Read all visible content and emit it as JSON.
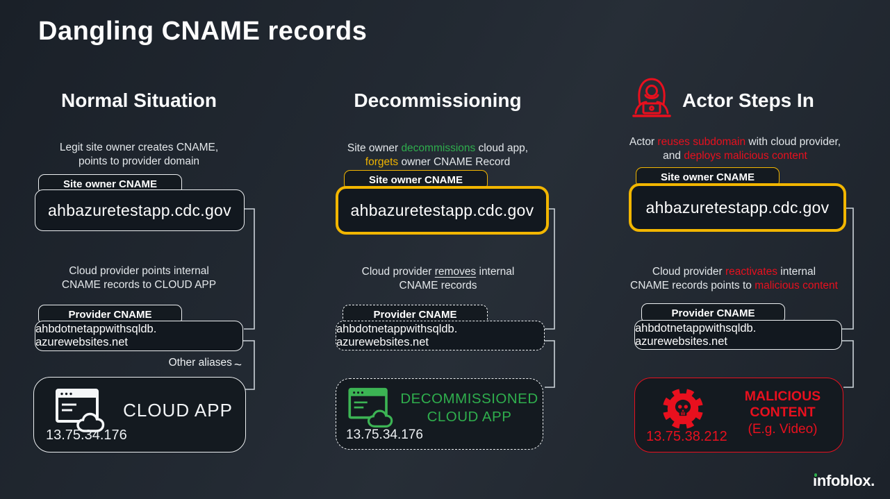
{
  "title": "Dangling CNAME records",
  "colors": {
    "background": "#232a33",
    "box_fill": "#141a20",
    "border_white": "#edf0f2",
    "accent_yellow": "#f2b600",
    "accent_green": "#2fae4d",
    "accent_red": "#e8101e"
  },
  "columns": {
    "normal": {
      "header": "Normal Situation",
      "intro_l1": "Legit site owner creates CNAME,",
      "intro_l2": "points to provider domain",
      "site_owner_label": "Site owner CNAME",
      "site_owner_domain": "ahbazuretestapp.cdc.gov",
      "mid_l1": "Cloud provider points internal",
      "mid_l2": "CNAME records to CLOUD APP",
      "provider_label": "Provider CNAME",
      "provider_domain": "ahbdotnetappwithsqldb. azurewebsites.net",
      "other_aliases": "Other aliases",
      "tilde": "~",
      "app_title": "CLOUD APP",
      "app_ip": "13.75.34.176"
    },
    "decommissioning": {
      "header": "Decommissioning",
      "intro_l1a": "Site owner ",
      "intro_l1b": "decommissions",
      "intro_l1c": " cloud app,",
      "intro_l2a": "forgets",
      "intro_l2b": " owner CNAME Record",
      "site_owner_label": "Site owner CNAME",
      "site_owner_domain": "ahbazuretestapp.cdc.gov",
      "mid_l1a": "Cloud provider ",
      "mid_l1b": "removes",
      "mid_l1c": " internal",
      "mid_l2": "CNAME records",
      "provider_label": "Provider CNAME",
      "provider_domain": "ahbdotnetappwithsqldb. azurewebsites.net",
      "app_title": "DECOMMISSIONED CLOUD APP",
      "app_ip": "13.75.34.176"
    },
    "actor": {
      "header": "Actor Steps In",
      "intro_l1a": "Actor ",
      "intro_l1b": "reuses subdomain",
      "intro_l1c": " with cloud provider,",
      "intro_l2a": "and ",
      "intro_l2b": "deploys malicious content",
      "site_owner_label": "Site owner CNAME",
      "site_owner_domain": "ahbazuretestapp.cdc.gov",
      "mid_l1a": "Cloud provider ",
      "mid_l1b": "reactivates",
      "mid_l1c": " internal",
      "mid_l2a": "CNAME records points to ",
      "mid_l2b": "malicious content",
      "provider_label": "Provider CNAME",
      "provider_domain": "ahbdotnetappwithsqldb. azurewebsites.net",
      "app_title": "MALICIOUS CONTENT",
      "app_subtitle": "(E.g. Video)",
      "app_ip": "13.75.38.212"
    }
  },
  "footer": {
    "brand": "infoblox."
  }
}
